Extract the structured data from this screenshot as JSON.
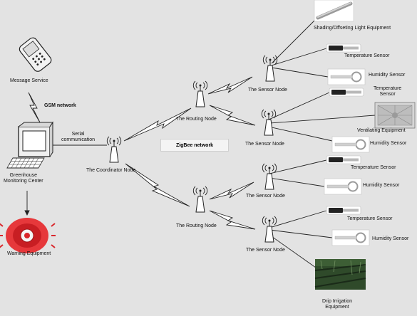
{
  "labels": {
    "message_service": "Message Service",
    "gsm_network": "GSM network",
    "serial_comm_line1": "Serial",
    "serial_comm_line2": "communication",
    "greenhouse_line1": "Greenhouse",
    "greenhouse_line2": "Monitoring Center",
    "warning": "Warning Equipment",
    "coordinator": "The Coordinator Node",
    "zigbee": "ZigBee network",
    "routing_top": "The Routing Node",
    "routing_bottom": "The Routing Node",
    "sensor_node_1": "The Sensor Node",
    "sensor_node_2": "The Sensor Node",
    "sensor_node_3": "The Sensor Node",
    "sensor_node_4": "The Sensor Node",
    "shading": "Shading/Offseting Light Equipment",
    "temp_1": "Temperature Sensor",
    "humid_1": "Humidity Sensor",
    "temp_2_line1": "Temperature",
    "temp_2_line2": "Sensor",
    "ventilating": "Ventilating Equipment",
    "humid_2": "Humidity Sensor",
    "temp_3": "Temperature Sensor",
    "humid_3": "Humidity Sensor",
    "temp_4": "Temperature Sensor",
    "humid_4": "Humidity Sensor",
    "drip_line1": "Drip Irrigation",
    "drip_line2": "Equipment"
  },
  "colors": {
    "background": "#e3e3e3",
    "lines": "#222222",
    "node_fill": "#ffffff",
    "warning_red": "#d9262b"
  },
  "icons": [
    "mobile-phone-icon",
    "computer-terminal-icon",
    "warning-siren-icon",
    "antenna-node-icon",
    "lightning-link-icon",
    "light-tube-icon",
    "temperature-probe-icon",
    "humidity-probe-icon",
    "ventilation-fan-icon",
    "drip-irrigation-photo"
  ]
}
